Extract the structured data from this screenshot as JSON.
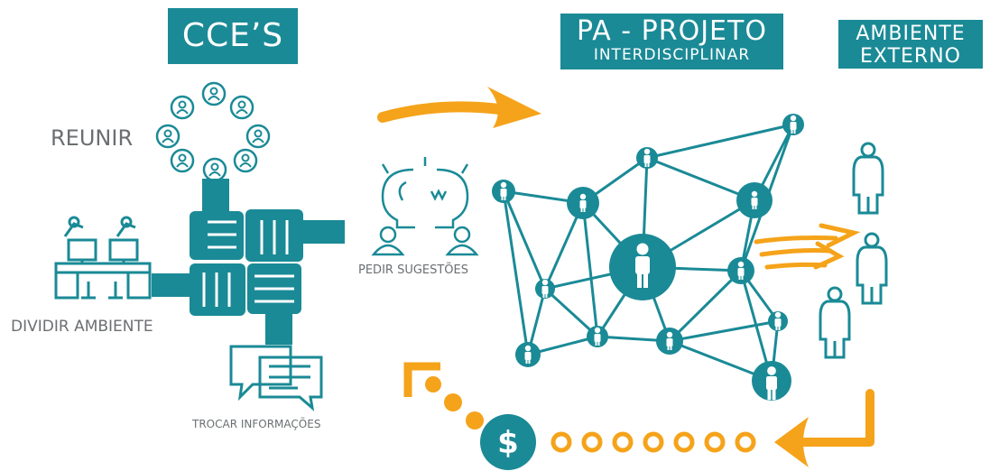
{
  "headers": {
    "cces": "CCE’S",
    "pa_line1": "PA - PROJETO",
    "pa_line2": "INTERDISCIPLINAR",
    "ambiente_line1": "AMBIENTE",
    "ambiente_line2": "EXTERNO"
  },
  "labels": {
    "reunir": "REUNIR",
    "dividir_ambiente": "DIVIDIR AMBIENTE",
    "pedir_sugestoes": "PEDIR SUGESTÕES",
    "trocar_informacoes": "TROCAR INFORMAÇÕES"
  },
  "icons": {
    "money": "$"
  },
  "colors": {
    "teal": "#1a8a96",
    "orange": "#f5a31a",
    "gray_text": "#6b6f72"
  }
}
